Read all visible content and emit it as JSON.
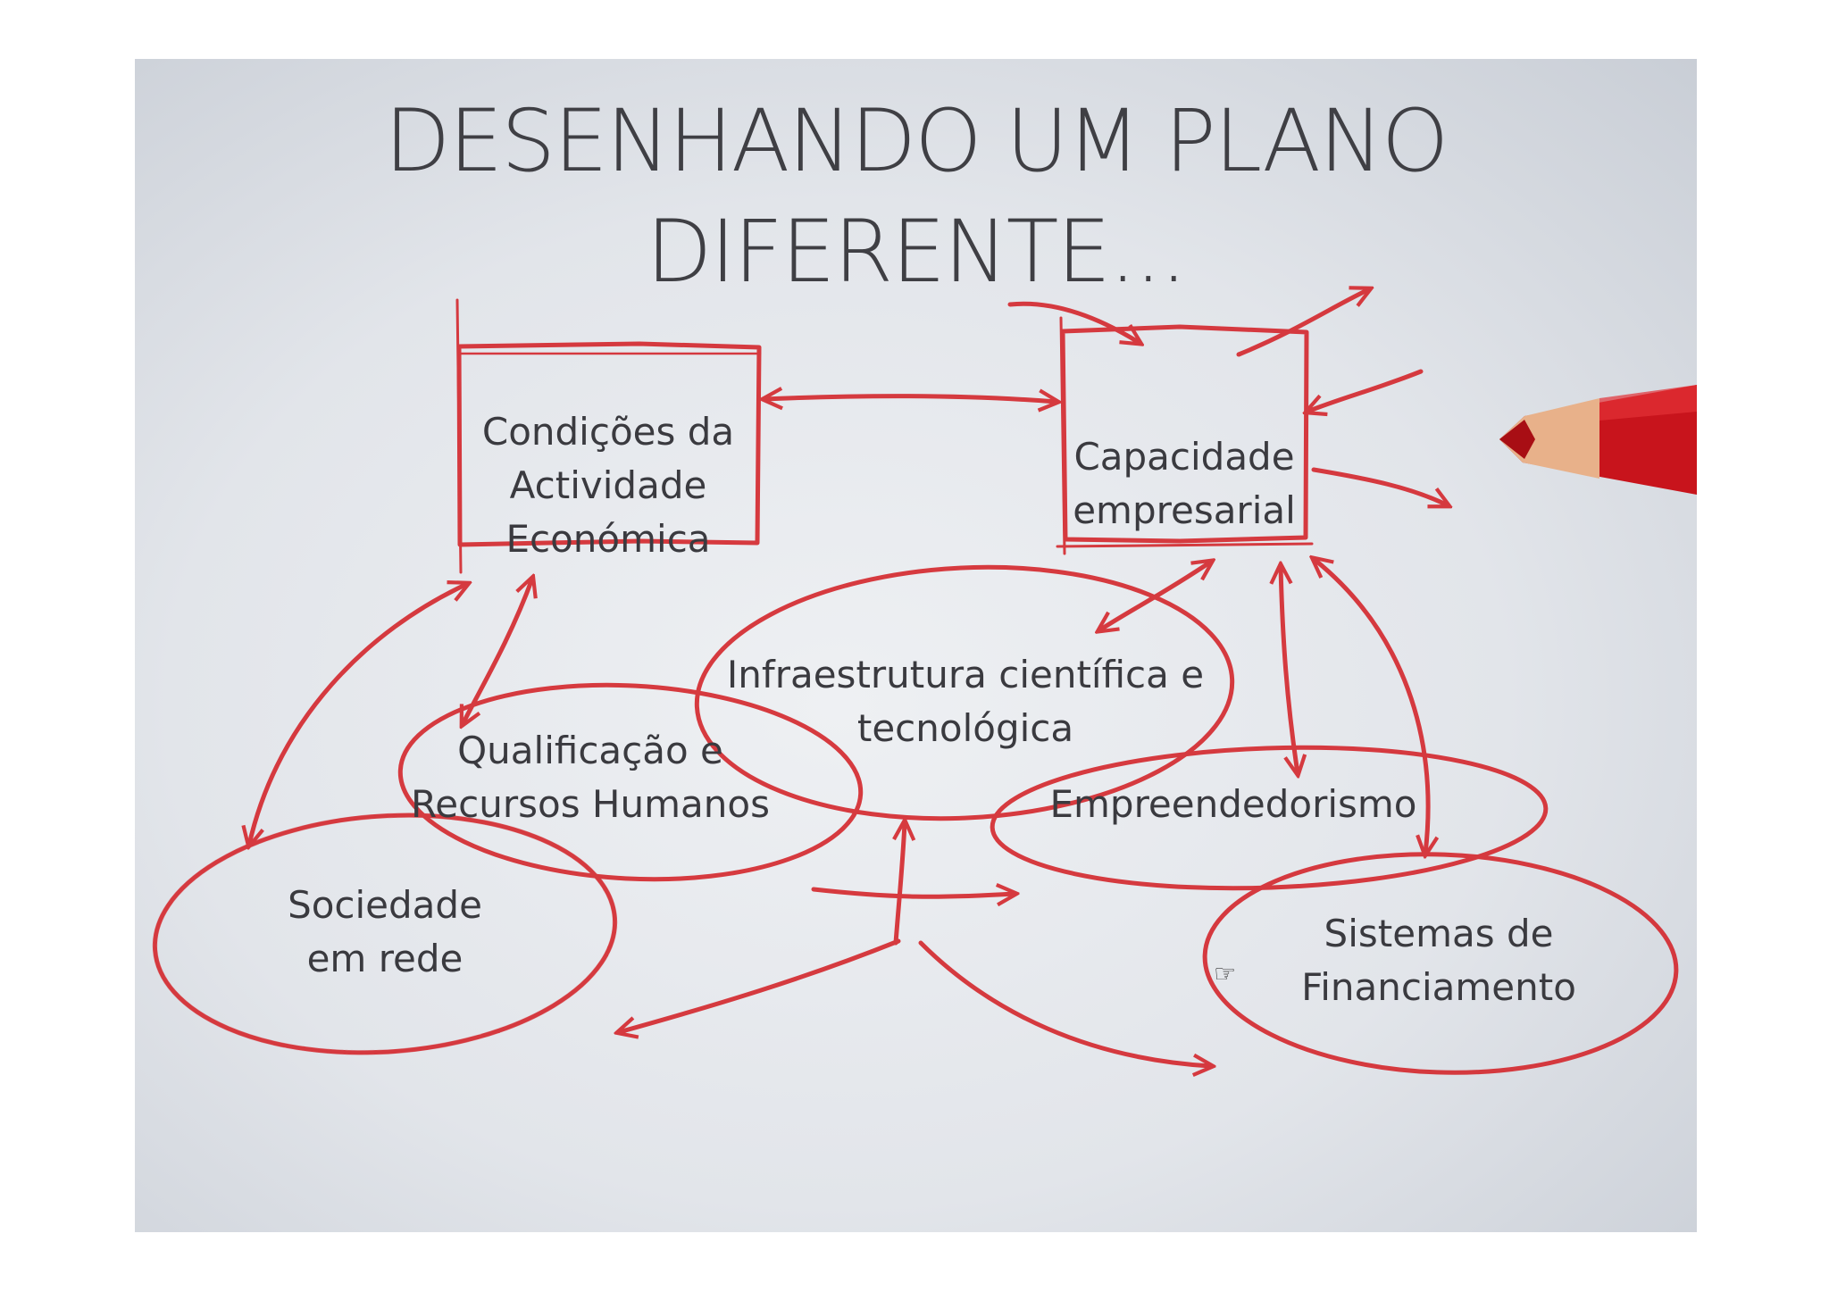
{
  "slide": {
    "title_line1": "DESENHANDO UM PLANO",
    "title_line2": "DIFERENTE...",
    "colors": {
      "sketch_red": "#d42a2f",
      "text": "#3a3a3f",
      "pencil_red": "#c8141c",
      "pencil_wood": "#e8b18a"
    }
  },
  "nodes": {
    "condicoes": {
      "line1": "Condições da",
      "line2": "Actividade",
      "line3": "Económica"
    },
    "capacidade": {
      "line1": "Capacidade",
      "line2": "empresarial"
    },
    "infraestrutura": {
      "line1": "Infraestrutura científica e",
      "line2": "tecnológica"
    },
    "qualificacao": {
      "line1": "Qualificação e",
      "line2": "Recursos Humanos"
    },
    "empreendedorismo": {
      "line1": "Empreendedorismo"
    },
    "sociedade": {
      "line1": "Sociedade",
      "line2": "em rede"
    },
    "sistemas": {
      "line1": "Sistemas de",
      "line2": "Financiamento"
    }
  },
  "icons": {
    "cursor": "hand-pointer-icon",
    "pencil": "red-pencil-icon"
  }
}
